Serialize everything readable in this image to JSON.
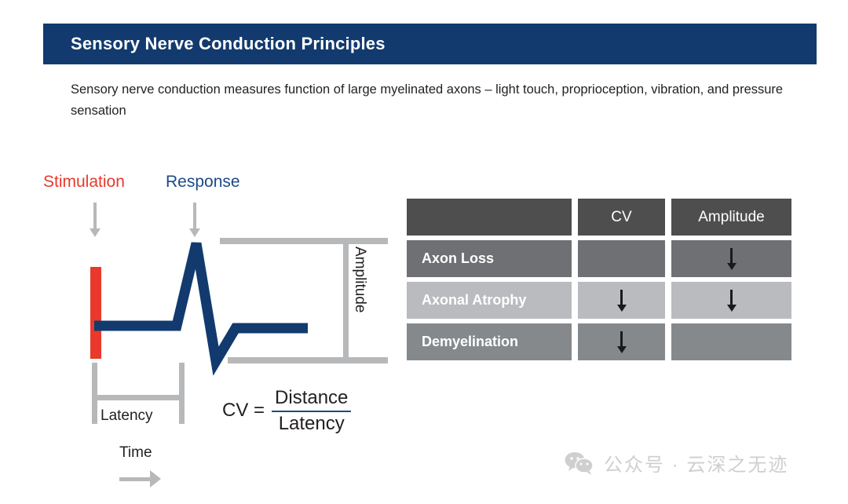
{
  "header": {
    "title": "Sensory Nerve Conduction Principles",
    "bar_color": "#123a6e"
  },
  "intro": {
    "text": "Sensory nerve conduction measures function of large myelinated axons – light touch, proprioception, vibration, and pressure sensation"
  },
  "diagram": {
    "stimulation_label": "Stimulation",
    "stimulation_color": "#e8392c",
    "response_label": "Response",
    "response_color": "#1c4a87",
    "amplitude_label": "Amplitude",
    "latency_label": "Latency",
    "time_label": "Time",
    "waveform_color": "#123a6e",
    "bracket_color": "#b6b8ba",
    "formula": {
      "lhs": "CV =",
      "numerator": "Distance",
      "denominator": "Latency",
      "rule_color": "#1c4a87"
    }
  },
  "matrix": {
    "columns": [
      "",
      "CV",
      "Amplitude"
    ],
    "rows": [
      {
        "name": "Axon Loss",
        "cv": "",
        "amplitude": "↓",
        "shade": "bg-dark"
      },
      {
        "name": "Axonal Atrophy",
        "cv": "↓",
        "amplitude": "↓",
        "shade": "bg-light"
      },
      {
        "name": "Demyelination",
        "cv": "↓",
        "amplitude": "",
        "shade": "bg-mid"
      }
    ],
    "header_color": "#4e4e4e"
  },
  "watermark": {
    "text": "公众号 · 云深之无迹"
  }
}
